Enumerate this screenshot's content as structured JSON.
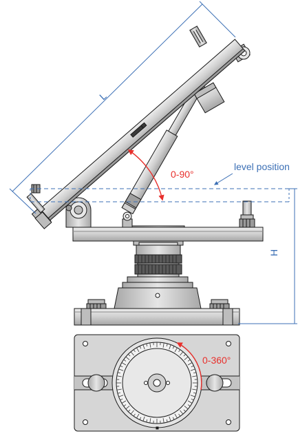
{
  "labels": {
    "length": "L",
    "height": "H",
    "tilt_range": "0-90°",
    "level_position": "level position",
    "rotation_range": "0-360°"
  },
  "colors": {
    "metal_fill": "#d3d3d3",
    "metal_dark": "#a9a9a9",
    "outline": "#1a1a1a",
    "dimension_blue": "#3b6fb5",
    "angle_red": "#e8302c",
    "background": "#ffffff"
  },
  "tilt": {
    "min_deg": 0,
    "max_deg": 90
  },
  "rotation": {
    "min_deg": 0,
    "max_deg": 360
  }
}
